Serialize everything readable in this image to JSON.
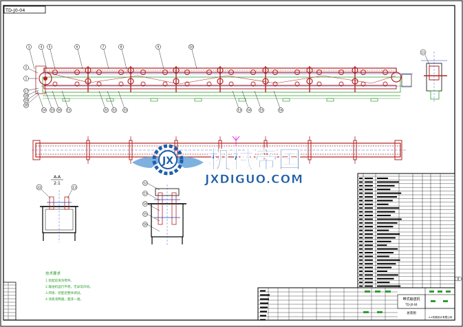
{
  "drawing": {
    "drawing_id_tag": "TD-J0-04",
    "balloons_top": [
      "3",
      "4",
      "5",
      "6",
      "7",
      "8",
      "9",
      "10"
    ],
    "balloons_left": [
      "2",
      "1"
    ],
    "balloons_left_lower": [
      "17",
      "18",
      "19",
      "20"
    ],
    "balloons_bottom": [
      "14",
      "15",
      "16",
      "11",
      "22",
      "12",
      "23",
      "13",
      "14",
      "15",
      "16"
    ],
    "balloon_right": "11",
    "section_label": "A-A",
    "section_scale": "2:1",
    "section_a_balloons": [
      "22",
      "13"
    ],
    "section_b_balloons": [
      "12",
      "13",
      "14",
      "15",
      "16"
    ],
    "tech_req_title": "技术要求",
    "tech_req_lines": [
      "1.装配前清洗零件。",
      "2.输送机运行平稳，无异常声响。",
      "3.焊接、装配后整体调试。",
      "4.涂底漆两遍，面漆一遍。"
    ],
    "title_block": {
      "title": "带式输送机",
      "code": "TD-J0-04",
      "sub": "总装图",
      "footer": "××机械设计有限公司"
    }
  },
  "watermark": {
    "cn": "机械帝国",
    "en": "JXDIGUO.COM",
    "colors": {
      "main": "#1f5fa8",
      "light": "#6fa8dc"
    }
  },
  "colors": {
    "frame": "#000000",
    "conveyor": "#b22222",
    "green": "#2e9e2e",
    "blue": "#1e3cc8",
    "magenta": "#cc00cc",
    "tech_text": "#2e9e2e"
  }
}
